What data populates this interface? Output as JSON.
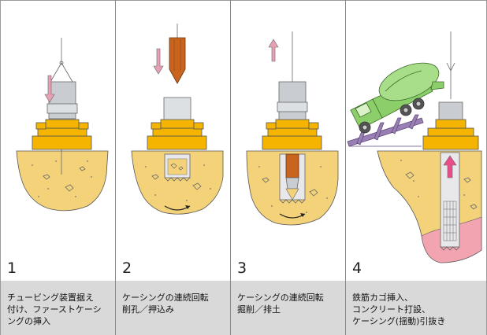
{
  "steps": [
    {
      "number": "1",
      "caption_lines": [
        "チュービング装置据え",
        "付け、ファーストケーシ",
        "ングの挿入"
      ]
    },
    {
      "number": "2",
      "caption_lines": [
        "ケーシングの連続回転",
        "削孔／押込み"
      ]
    },
    {
      "number": "3",
      "caption_lines": [
        "ケーシングの連続回転",
        "掘削／排土"
      ]
    },
    {
      "number": "4",
      "caption_lines": [
        "鉄筋カゴ挿入、",
        "コンクリート打設、",
        "ケーシング(揺動)引抜き"
      ]
    }
  ],
  "colors": {
    "soil": "#f3d27a",
    "rig_yellow": "#f5b400",
    "casing": "#c9cdd2",
    "arrow_pink": "#e9a0b4",
    "bit_brown": "#c8641e",
    "mixer_green": "#8ccf6a",
    "ramp_purple": "#9a7fb5",
    "concrete_pink": "#f2a5b1",
    "caption_bg": "#d9d9d9"
  },
  "icons": [
    "down-arrow-icon",
    "up-arrow-icon",
    "rotation-arrow-icon",
    "drill-bit-icon",
    "mixer-truck-icon",
    "rebar-cage-icon"
  ]
}
